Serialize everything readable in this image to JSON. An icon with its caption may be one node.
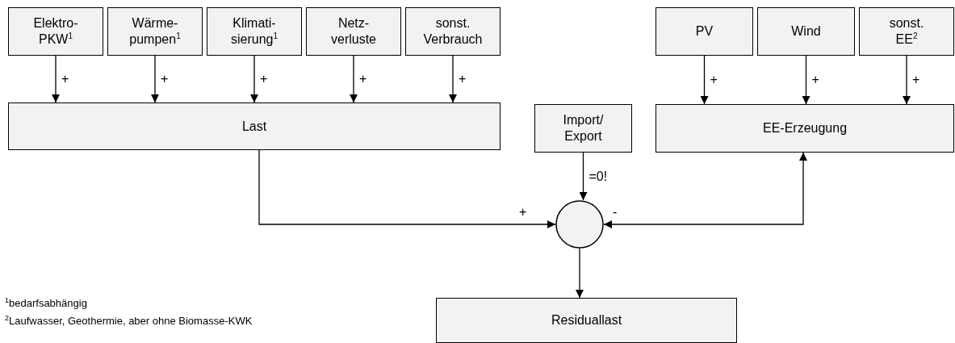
{
  "diagram": {
    "nodes": [
      {
        "text": [
          "Elektro- PKW$^{1}$"
        ]
      },
      {
        "text": [
          "Wärme- pumpen$^{1}$"
        ]
      },
      {
        "text": [
          "Klimati- sierung$^{1}$"
        ]
      },
      {
        "text": [
          "Netz- verluste"
        ]
      },
      {
        "text": [
          "sonst. Verbrauch"
        ]
      },
      {
        "text": [
          "PV"
        ]
      },
      {
        "text": [
          "Wind"
        ]
      },
      {
        "text": [
          "sonst. EE$^{2}$"
        ]
      },
      {
        "text": [
          "Last"
        ]
      },
      {
        "text": [
          "Import/ Export"
        ]
      },
      {
        "text": [
          "EE-Erzeugung"
        ]
      },
      {
        "text": [],
        "shape": "circle"
      },
      {
        "text": [
          "Residuallast"
        ]
      }
    ],
    "edges": [
      {
        "from": 0,
        "to": 8,
        "arrow": "to",
        "label": "+"
      },
      {
        "from": 1,
        "to": 8,
        "arrow": "to",
        "label": "+"
      },
      {
        "from": 2,
        "to": 8,
        "arrow": "to",
        "label": "+"
      },
      {
        "from": 3,
        "to": 8,
        "arrow": "to",
        "label": "+"
      },
      {
        "from": 4,
        "to": 8,
        "arrow": "to",
        "label": "+"
      },
      {
        "from": 5,
        "to": 10,
        "arrow": "to",
        "label": "+"
      },
      {
        "from": 6,
        "to": 10,
        "arrow": "to",
        "label": "+"
      },
      {
        "from": 7,
        "to": 10,
        "arrow": "to",
        "label": "+"
      },
      {
        "from": 9,
        "to": 11,
        "arrow": "to",
        "label": "=0!"
      },
      {
        "from": 8,
        "to": 11,
        "arrow": "to",
        "label": "+"
      },
      {
        "from": 10,
        "to": 11,
        "arrow": "both",
        "label": "-"
      },
      {
        "from": 11,
        "to": 12,
        "arrow": "to"
      }
    ],
    "labels": [
      "$^{1}$bedarfsabhängig",
      "$^{2}$Laufwasser, Geothermie, aber ohne Biomasse-KWK"
    ]
  }
}
